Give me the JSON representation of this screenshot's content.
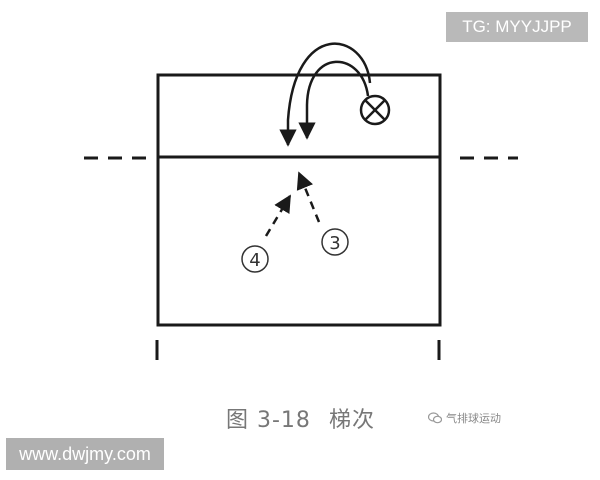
{
  "watermark": {
    "tag": "TG: MYYJJPP",
    "site": "www.dwjmy.com",
    "account": "气排球运动"
  },
  "figure": {
    "number": "图 3-18",
    "title": "梯次"
  },
  "markers": [
    {
      "id": "3",
      "label": "3"
    },
    {
      "id": "4",
      "label": "4"
    }
  ],
  "icons": {
    "player_marker": "circle-x-icon",
    "wechat": "wechat-icon"
  },
  "colors": {
    "ink": "#1a1a1a",
    "watermark_bg": "#b9b9b9",
    "caption": "#777777"
  }
}
